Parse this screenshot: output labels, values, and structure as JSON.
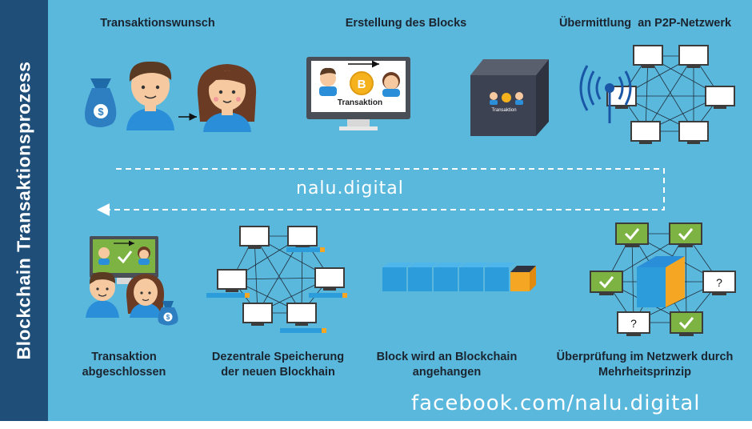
{
  "sidebar": {
    "title": "Blockchain  Transaktionsprozess"
  },
  "steps": {
    "wish": "Transaktionswunsch",
    "create": "Erstellung des Blocks",
    "p2p": "Übermittlung  an P2P-Netzwerk",
    "done": "Transaktion\nabgeschlossen",
    "storage": "Dezentrale Speicherung\nder neuen Blockhain",
    "append": "Block wird an Blockchain\nangehangen",
    "verify": "Überprüfung im Netzwerk durch\nMehrheitsprinzip"
  },
  "monitor_caption": "Transaktion",
  "cube_caption": "Transaktion",
  "dollar_sign": "$",
  "question_mark": "?",
  "brand": {
    "center": "nalu.digital",
    "footer": "facebook.com/nalu.digital"
  },
  "colors": {
    "background": "#5bb8dd",
    "sidebar": "#1f4e79",
    "block_blue": "#2d9cdb",
    "block_orange": "#f5a623",
    "check_green": "#7cb342"
  }
}
